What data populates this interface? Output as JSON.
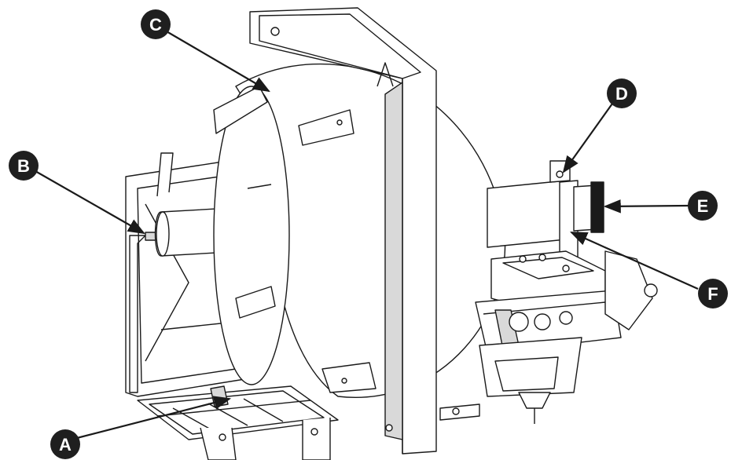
{
  "diagram": {
    "callouts": [
      {
        "id": "A",
        "label": "A"
      },
      {
        "id": "B",
        "label": "B"
      },
      {
        "id": "C",
        "label": "C"
      },
      {
        "id": "D",
        "label": "D"
      },
      {
        "id": "E",
        "label": "E"
      },
      {
        "id": "F",
        "label": "F"
      }
    ],
    "colors": {
      "line": "#1a1a1a",
      "fill": "#ffffff",
      "shade": "#d9d9d9",
      "callout": "#1f1f1f"
    }
  }
}
